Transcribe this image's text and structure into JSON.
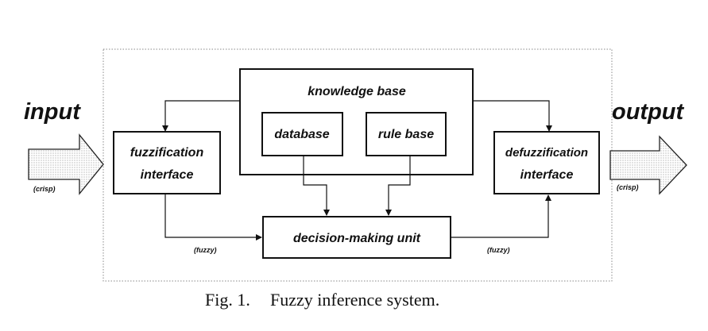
{
  "labels": {
    "input": "input",
    "output": "output",
    "crisp_in": "(crisp)",
    "crisp_out": "(crisp)",
    "fuzzy_left": "(fuzzy)",
    "fuzzy_right": "(fuzzy)"
  },
  "boxes": {
    "knowledge_base": "knowledge base",
    "database": "database",
    "rule_base": "rule base",
    "fuzzification_line1": "fuzzification",
    "fuzzification_line2": "interface",
    "defuzzification_line1": "defuzzification",
    "defuzzification_line2": "interface",
    "decision_unit": "decision-making unit"
  },
  "caption": {
    "fig": "Fig. 1.",
    "text": "Fuzzy inference system."
  }
}
